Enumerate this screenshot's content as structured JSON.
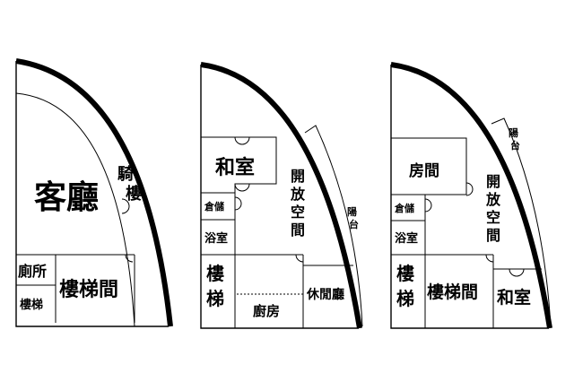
{
  "plans": [
    {
      "rooms": {
        "living": "客廳",
        "arcade_1": "騎",
        "arcade_2": "樓",
        "toilet": "廁所",
        "stairs_small": "樓梯",
        "stair_hall": "樓梯間"
      }
    },
    {
      "rooms": {
        "japanese": "和室",
        "open_1": "開",
        "open_2": "放",
        "open_3": "空",
        "open_4": "間",
        "storage": "倉儲",
        "bath": "浴室",
        "stairs_1": "樓",
        "stairs_2": "梯",
        "kitchen": "廚房",
        "lounge": "休閒廳",
        "balcony_1": "陽",
        "balcony_2": "台"
      }
    },
    {
      "rooms": {
        "bedroom": "房間",
        "open_1": "開",
        "open_2": "放",
        "open_3": "空",
        "open_4": "間",
        "storage": "倉儲",
        "bath": "浴室",
        "stairs_1": "樓",
        "stairs_2": "梯",
        "stair_hall": "樓梯間",
        "japanese": "和室",
        "balcony_1": "陽",
        "balcony_2": "台"
      }
    }
  ]
}
